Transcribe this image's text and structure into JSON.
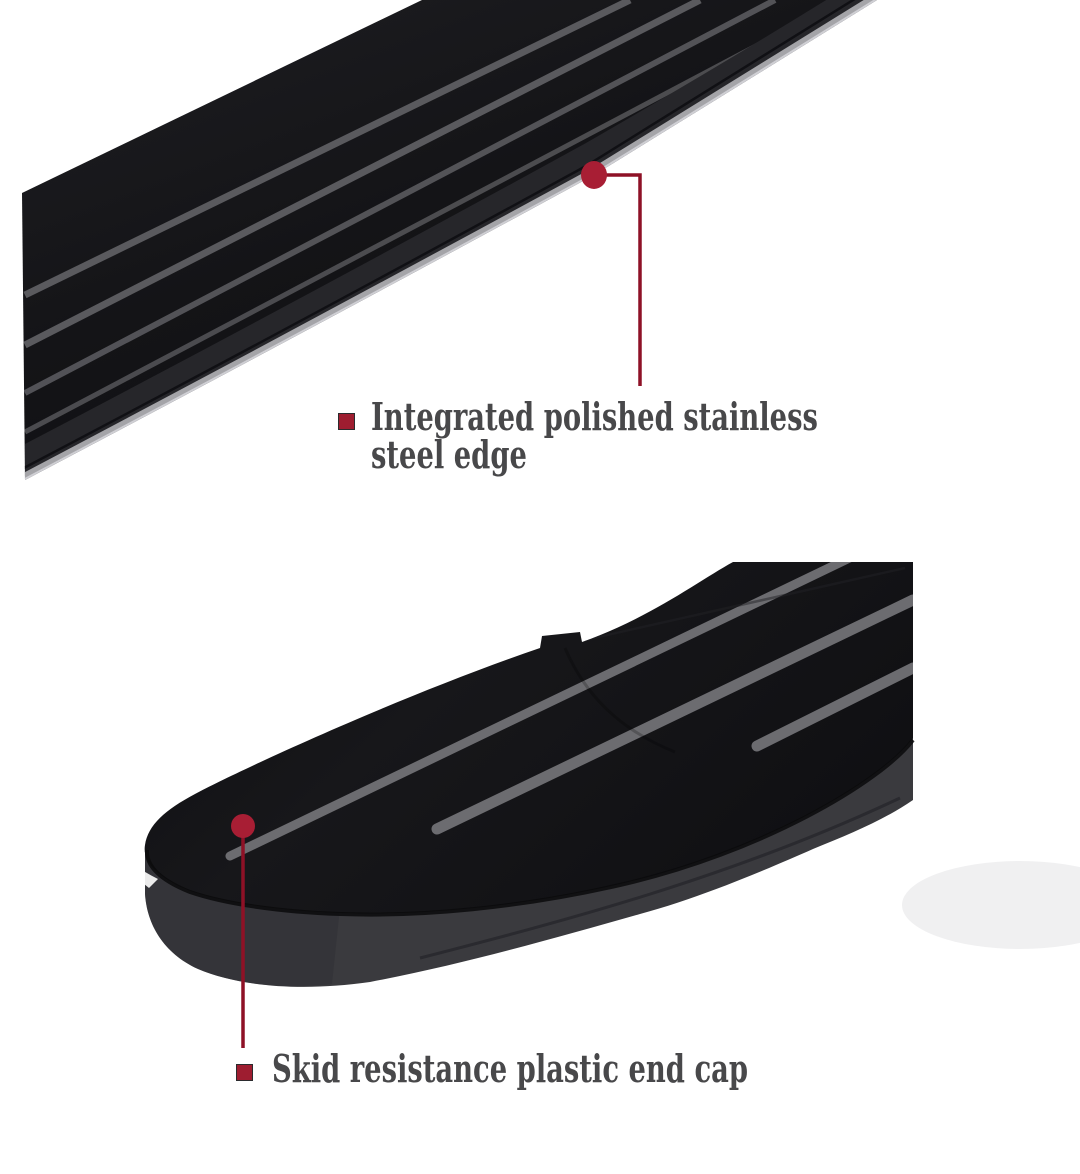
{
  "image": {
    "kind": "product-feature-callout-graphic",
    "background": "#ffffff"
  },
  "palette": {
    "board_black": "#121215",
    "board_black_light": "#1d1d21",
    "edge_face_gray": "#26262a",
    "steel_edge_gray": "#a4a4a8",
    "steel_edge_bright": "#d4d4d8",
    "groove_gray_top": "#5a5a5e",
    "groove_gray_bottom": "#6c6c70",
    "side_face_gray": "#3a3a3e",
    "cap_side_dark": "#2e2e32",
    "shadow_gray": "#ececee",
    "accent_line_red": "#8e1126",
    "dot_red": "#a81e34",
    "bullet_red": "#9e1d30",
    "text_gray": "#48484a"
  },
  "callouts": [
    {
      "id": "stainless-edge",
      "lines": [
        "Integrated polished stainless",
        "steel edge"
      ]
    },
    {
      "id": "end-cap",
      "lines": [
        "Skid resistance plastic end cap"
      ]
    }
  ]
}
